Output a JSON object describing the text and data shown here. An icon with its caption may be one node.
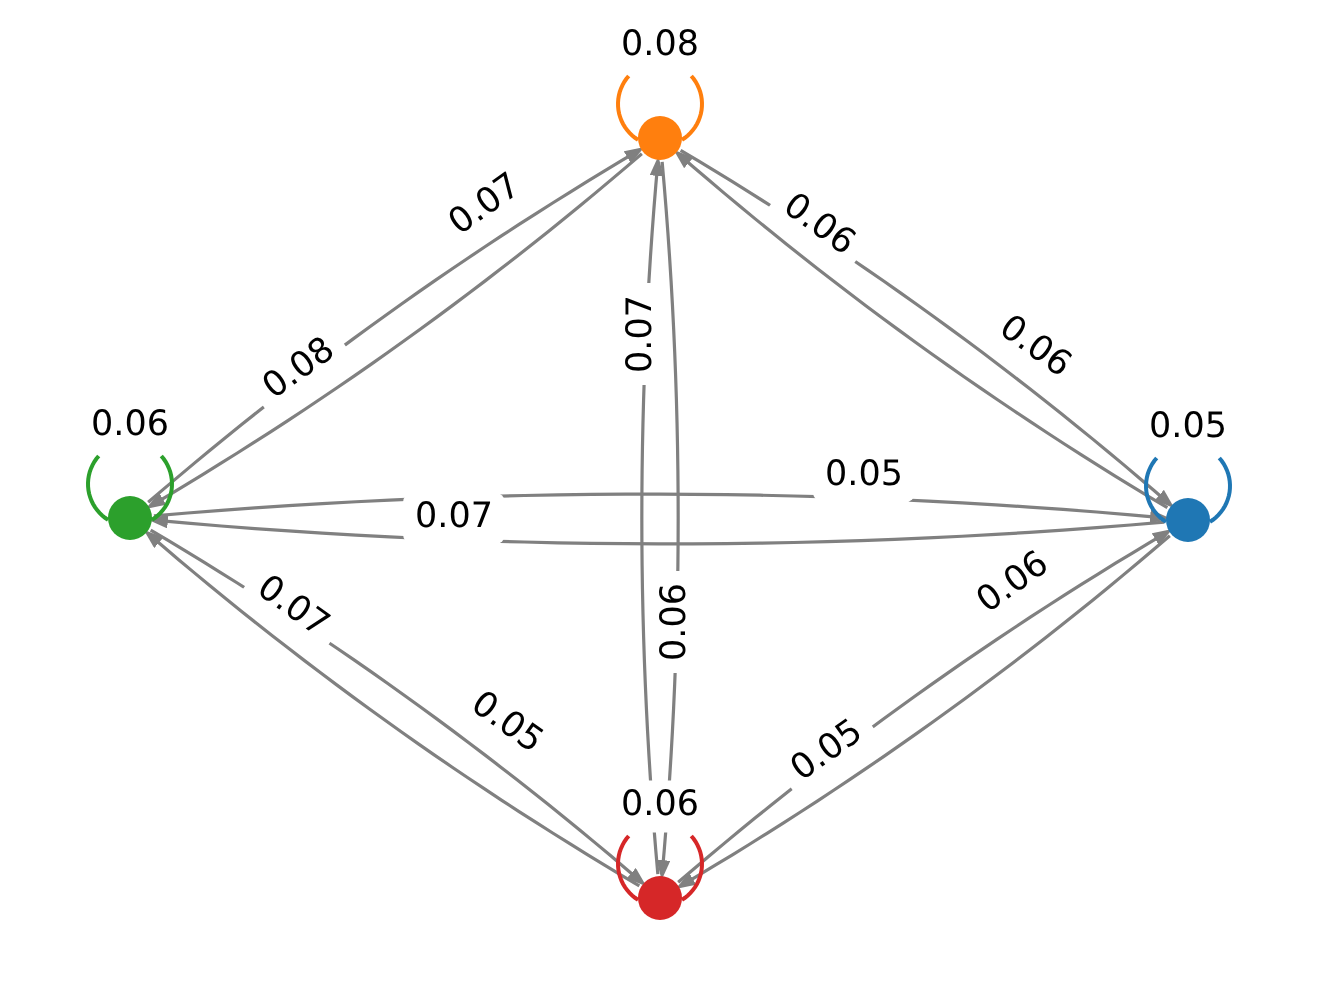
{
  "diagram": {
    "nodes": [
      {
        "text": [],
        "shape": "circle"
      },
      {
        "text": [],
        "shape": "circle"
      },
      {
        "text": [],
        "shape": "circle"
      },
      {
        "text": [],
        "shape": "circle"
      }
    ],
    "edges": [
      {
        "from": 0,
        "to": 1,
        "arrow": "to",
        "label": "0.07"
      },
      {
        "from": 1,
        "to": 0,
        "arrow": "to",
        "label": "0.08"
      },
      {
        "from": 3,
        "to": 1,
        "arrow": "to",
        "label": "0.06"
      },
      {
        "from": 1,
        "to": 3,
        "arrow": "to",
        "label": "0.06"
      },
      {
        "from": 2,
        "to": 1,
        "arrow": "to",
        "label": "0.07"
      },
      {
        "from": 1,
        "to": 2,
        "arrow": "to",
        "label": "0.06"
      },
      {
        "from": 0,
        "to": 3,
        "arrow": "to",
        "label": "0.05"
      },
      {
        "from": 3,
        "to": 0,
        "arrow": "to",
        "label": "0.07"
      },
      {
        "from": 2,
        "to": 0,
        "arrow": "to",
        "label": "0.07"
      },
      {
        "from": 0,
        "to": 2,
        "arrow": "to",
        "label": "0.05"
      },
      {
        "from": 2,
        "to": 3,
        "arrow": "to",
        "label": "0.06"
      },
      {
        "from": 3,
        "to": 2,
        "arrow": "to",
        "label": "0.05"
      },
      {
        "from": 0,
        "to": 0,
        "arrow": "none",
        "label": "0.06",
        "color": "#2ca02c"
      },
      {
        "from": 1,
        "to": 1,
        "arrow": "none",
        "label": "0.08",
        "color": "#ff7f0e"
      },
      {
        "from": 2,
        "to": 2,
        "arrow": "none",
        "label": "0.06",
        "color": "#d62728"
      },
      {
        "from": 3,
        "to": 3,
        "arrow": "none",
        "label": "0.05",
        "color": "#1f77b4"
      }
    ]
  }
}
